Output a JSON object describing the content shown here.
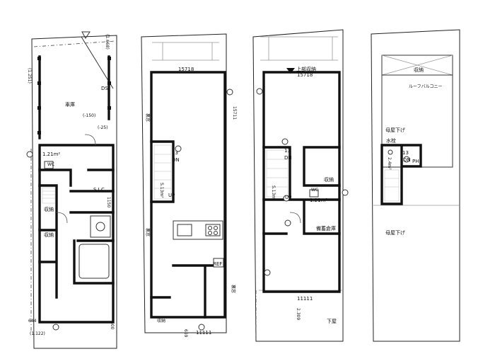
{
  "plans": {
    "floor1": {
      "setback_top": "(1.251)",
      "setback_top2": "(1.668)",
      "garage": "車庫",
      "ds": "DS",
      "lvl_150": "(-150)",
      "lvl_25": "(-25)",
      "area_121": "1.21m²",
      "wc": "WC",
      "sic": "S.I.C",
      "storage_a": "収納",
      "storage_b": "収納",
      "dim_1150": "1150",
      "dim_644": "644",
      "dim_1122": "(1.122)",
      "dim_600": "600"
    },
    "floor2": {
      "dim_15718": "15718",
      "dim_15711": "15711",
      "up": "UP",
      "dn": "DN",
      "step13": "13",
      "area_s": "S.13m²",
      "ref": "REF",
      "cabinet_l1": "裏窓",
      "cabinet_l2": "裏窓",
      "cabinet_r": "裏窓",
      "storage": "収納",
      "dim_659": "659",
      "dim_11111": "11111"
    },
    "floor3": {
      "attic_storage": "上部収納",
      "dim_15718": "15718",
      "dn": "DN",
      "step13": "13",
      "up": "UP",
      "area_s": "S.13m²",
      "storage": "収納",
      "wc": "WC",
      "area_121": "1.21m²",
      "storage_room": "備蓄倉庫",
      "dim_11111": "11111",
      "dim_2309": "2.309",
      "lower_roof": "下屋"
    },
    "floor4": {
      "storage": "収納",
      "roof_balcony": "ルーフバルコニー",
      "eaves_top": "母屋下げ",
      "water_tap": "水栓",
      "dn": "DN",
      "ph": "PH",
      "step13": "13",
      "area_24": "2.4m²",
      "eaves_bottom": "母屋下げ"
    }
  }
}
